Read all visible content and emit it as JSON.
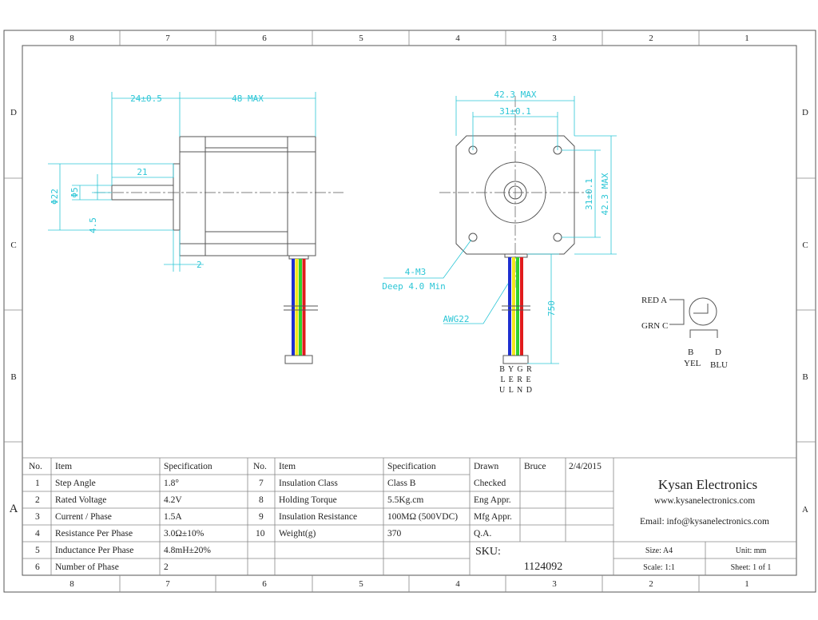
{
  "ruler": {
    "columns": [
      "8",
      "7",
      "6",
      "5",
      "4",
      "3",
      "2",
      "1"
    ],
    "rows": [
      "D",
      "C",
      "B",
      "A"
    ]
  },
  "side_view": {
    "dims": {
      "shaft_ext": "24±0.5",
      "body_len": "48 MAX",
      "shaft_len": "21",
      "pilot_dia": "Φ22",
      "shaft_dia": "Φ5",
      "flat": "4.5",
      "pilot_h": "2"
    }
  },
  "front_view": {
    "dims": {
      "width_max": "42.3 MAX",
      "hole_spacing_h": "31±0.1",
      "hole_spacing_v": "31±0.1",
      "height_max": "42.3 MAX",
      "lead_len": "750"
    },
    "notes": {
      "thread": "4-M3",
      "depth": "Deep 4.0 Min",
      "wire": "AWG22"
    },
    "wire_labels": [
      "B Y G R",
      "L E R E",
      "U L N D"
    ]
  },
  "schematic": {
    "red": "RED A",
    "grn": "GRN C",
    "b": "B",
    "yel": "YEL",
    "d": "D",
    "blu": "BLU"
  },
  "colors": {
    "dimension": "#2cc6d6",
    "blue": "#1e2fd0",
    "yellow": "#f3e61c",
    "green": "#2fd12f",
    "red": "#e01b1b"
  },
  "spec_table": {
    "headers": [
      "No.",
      "Item",
      "Specification",
      "No.",
      "Item",
      "Specification"
    ],
    "left": [
      {
        "no": "1",
        "item": "Step Angle",
        "spec": "1.8°"
      },
      {
        "no": "2",
        "item": "Rated Voltage",
        "spec": "4.2V"
      },
      {
        "no": "3",
        "item": "Current / Phase",
        "spec": "1.5A"
      },
      {
        "no": "4",
        "item": "Resistance Per Phase",
        "spec": "3.0Ω±10%"
      },
      {
        "no": "5",
        "item": "Inductance Per Phase",
        "spec": "4.8mH±20%"
      },
      {
        "no": "6",
        "item": "Number of Phase",
        "spec": "2"
      }
    ],
    "right": [
      {
        "no": "7",
        "item": "Insulation Class",
        "spec": "Class B"
      },
      {
        "no": "8",
        "item": "Holding Torque",
        "spec": "5.5Kg.cm"
      },
      {
        "no": "9",
        "item": "Insulation Resistance",
        "spec": "100MΩ (500VDC)"
      },
      {
        "no": "10",
        "item": "Weight(g)",
        "spec": "370"
      }
    ]
  },
  "approvals": [
    {
      "role": "Drawn",
      "name": "Bruce",
      "date": "2/4/2015"
    },
    {
      "role": "Checked",
      "name": "",
      "date": ""
    },
    {
      "role": "Eng Appr.",
      "name": "",
      "date": ""
    },
    {
      "role": "Mfg Appr.",
      "name": "",
      "date": ""
    },
    {
      "role": "Q.A.",
      "name": "",
      "date": ""
    }
  ],
  "sku": {
    "label": "SKU:",
    "value": "1124092"
  },
  "company": {
    "name": "Kysan Electronics",
    "website": "www.kysanelectronics.com",
    "email": "Email: info@kysanelectronics.com"
  },
  "sheet": {
    "size": "Size: A4",
    "unit": "Unit: mm",
    "scale": "Scale: 1:1",
    "sheet": "Sheet: 1 of 1"
  }
}
